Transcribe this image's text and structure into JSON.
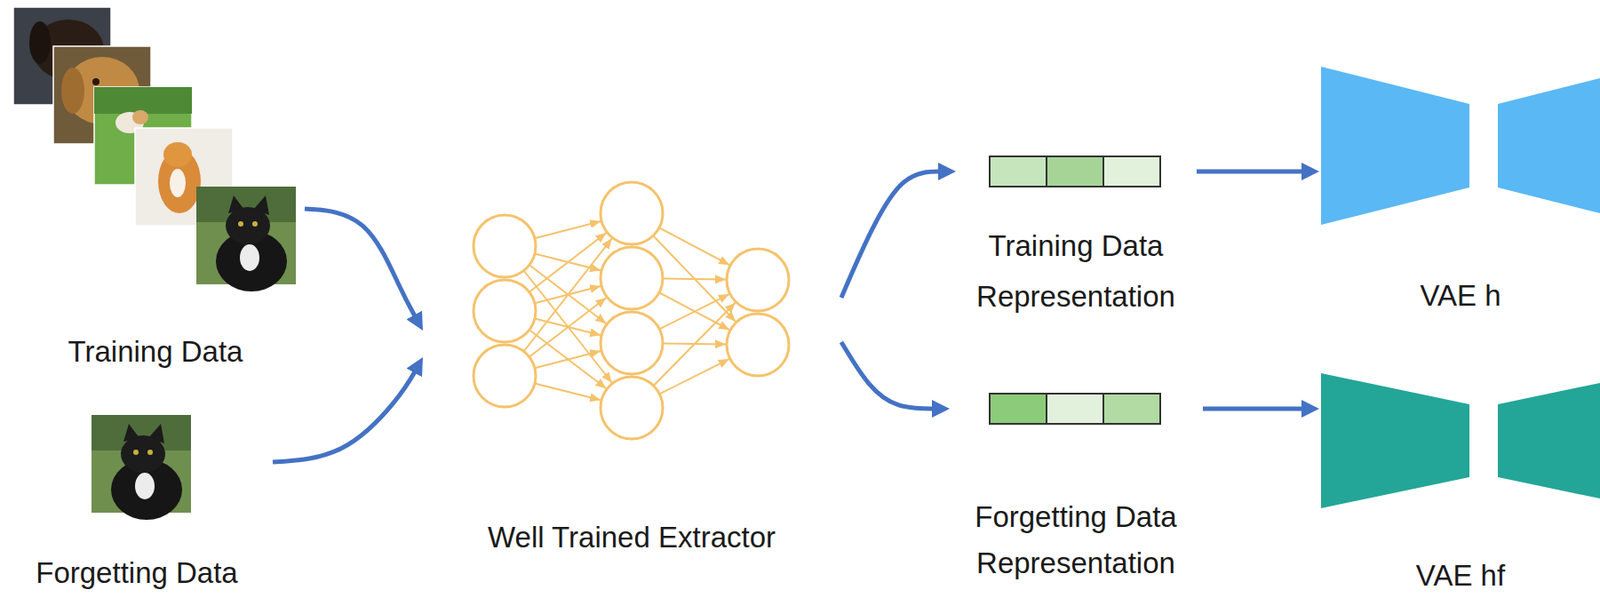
{
  "diagram": {
    "nodes": [
      {
        "text": [
          "Training Data"
        ]
      },
      {
        "text": [
          "Forgetting Data"
        ]
      },
      {
        "text": [
          "Well Trained Extractor"
        ]
      },
      {
        "text": [
          "Training Data Representation"
        ]
      },
      {
        "text": [
          "Forgetting Data Representation"
        ]
      },
      {
        "text": [
          "VAE h"
        ]
      },
      {
        "text": [
          "VAE hf"
        ]
      }
    ],
    "edges": [
      {
        "from": 0,
        "to": 2,
        "arrow": "to"
      },
      {
        "from": 1,
        "to": 2,
        "arrow": "to"
      },
      {
        "from": 2,
        "to": 3,
        "arrow": "to"
      },
      {
        "from": 2,
        "to": 4,
        "arrow": "to"
      },
      {
        "from": 3,
        "to": 5,
        "arrow": "to"
      },
      {
        "from": 4,
        "to": 6,
        "arrow": "to"
      }
    ]
  }
}
